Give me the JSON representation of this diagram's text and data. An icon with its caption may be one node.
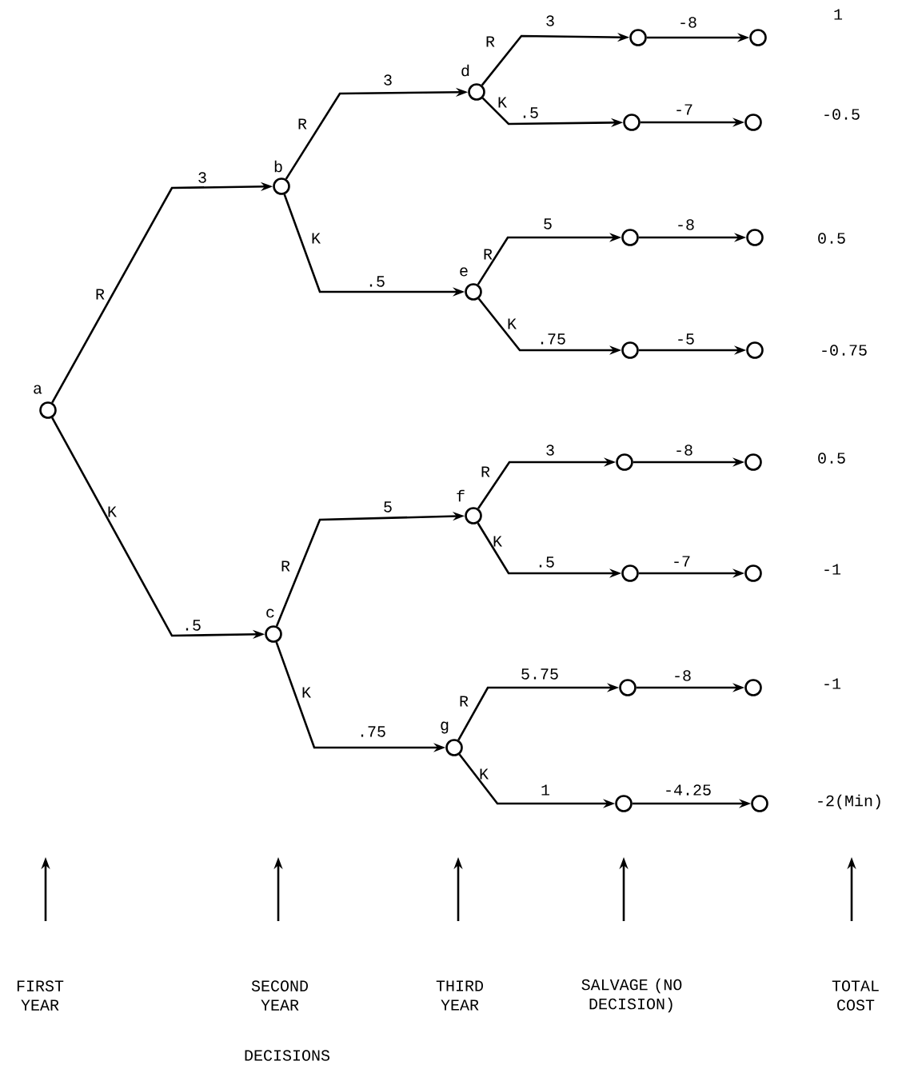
{
  "diagram": {
    "nodes": [
      {
        "text": [],
        "shape": "circle",
        "beside": [
          "a"
        ]
      },
      {
        "text": [],
        "shape": "circle",
        "beside": [
          "b"
        ]
      },
      {
        "text": [],
        "shape": "circle",
        "beside": [
          "c"
        ]
      },
      {
        "text": [],
        "shape": "circle",
        "beside": [
          "d"
        ]
      },
      {
        "text": [],
        "shape": "circle",
        "beside": [
          "e"
        ]
      },
      {
        "text": [],
        "shape": "circle",
        "beside": [
          "f"
        ]
      },
      {
        "text": [],
        "shape": "circle",
        "beside": [
          "g"
        ]
      },
      {
        "text": [],
        "shape": "circle"
      },
      {
        "text": [],
        "shape": "circle"
      },
      {
        "text": [],
        "shape": "circle"
      },
      {
        "text": [],
        "shape": "circle"
      },
      {
        "text": [],
        "shape": "circle"
      },
      {
        "text": [],
        "shape": "circle"
      },
      {
        "text": [],
        "shape": "circle"
      },
      {
        "text": [],
        "shape": "circle"
      },
      {
        "text": [],
        "shape": "circle"
      },
      {
        "text": [],
        "shape": "circle"
      },
      {
        "text": [],
        "shape": "circle"
      },
      {
        "text": [],
        "shape": "circle"
      },
      {
        "text": [],
        "shape": "circle"
      },
      {
        "text": [],
        "shape": "circle"
      },
      {
        "text": [],
        "shape": "circle"
      },
      {
        "text": [],
        "shape": "circle"
      }
    ],
    "edges": [
      {
        "from": 0,
        "to": 1,
        "arrow": "to",
        "label": "3"
      },
      {
        "from": 0,
        "to": 2,
        "arrow": "to",
        "label": ".5"
      },
      {
        "from": 1,
        "to": 3,
        "arrow": "to",
        "label": "3"
      },
      {
        "from": 1,
        "to": 4,
        "arrow": "to",
        "label": ".5"
      },
      {
        "from": 2,
        "to": 5,
        "arrow": "to",
        "label": "5"
      },
      {
        "from": 2,
        "to": 6,
        "arrow": "to",
        "label": ".75"
      },
      {
        "from": 3,
        "to": 7,
        "arrow": "to",
        "label": "3"
      },
      {
        "from": 3,
        "to": 8,
        "arrow": "to",
        "label": ".5"
      },
      {
        "from": 4,
        "to": 9,
        "arrow": "to",
        "label": "5"
      },
      {
        "from": 4,
        "to": 10,
        "arrow": "to",
        "label": ".75"
      },
      {
        "from": 5,
        "to": 11,
        "arrow": "to",
        "label": "3"
      },
      {
        "from": 5,
        "to": 12,
        "arrow": "to",
        "label": ".5"
      },
      {
        "from": 6,
        "to": 13,
        "arrow": "to",
        "label": "5.75"
      },
      {
        "from": 6,
        "to": 14,
        "arrow": "to",
        "label": "1"
      },
      {
        "from": 7,
        "to": 15,
        "arrow": "to",
        "label": "-8"
      },
      {
        "from": 8,
        "to": 16,
        "arrow": "to",
        "label": "-7"
      },
      {
        "from": 9,
        "to": 17,
        "arrow": "to",
        "label": "-8"
      },
      {
        "from": 10,
        "to": 18,
        "arrow": "to",
        "label": "-5"
      },
      {
        "from": 11,
        "to": 19,
        "arrow": "to",
        "label": "-8"
      },
      {
        "from": 12,
        "to": 20,
        "arrow": "to",
        "label": "-7"
      },
      {
        "from": 13,
        "to": 21,
        "arrow": "to",
        "label": "-8"
      },
      {
        "from": 14,
        "to": 22,
        "arrow": "to",
        "label": "-4.25"
      }
    ],
    "labels": [
      "R",
      "K",
      "R",
      "K",
      "R",
      "K",
      "R",
      "K",
      "R",
      "K",
      "R",
      "K",
      "R",
      "K",
      "1",
      "-0.5",
      "0.5",
      "-0.75",
      "0.5",
      "-1",
      "-1",
      "-2(Min)",
      "FIRST YEAR",
      "SECOND YEAR",
      "THIRD YEAR",
      "SALVAGE (NO DECISION)",
      "TOTAL COST",
      "DECISIONS"
    ]
  }
}
